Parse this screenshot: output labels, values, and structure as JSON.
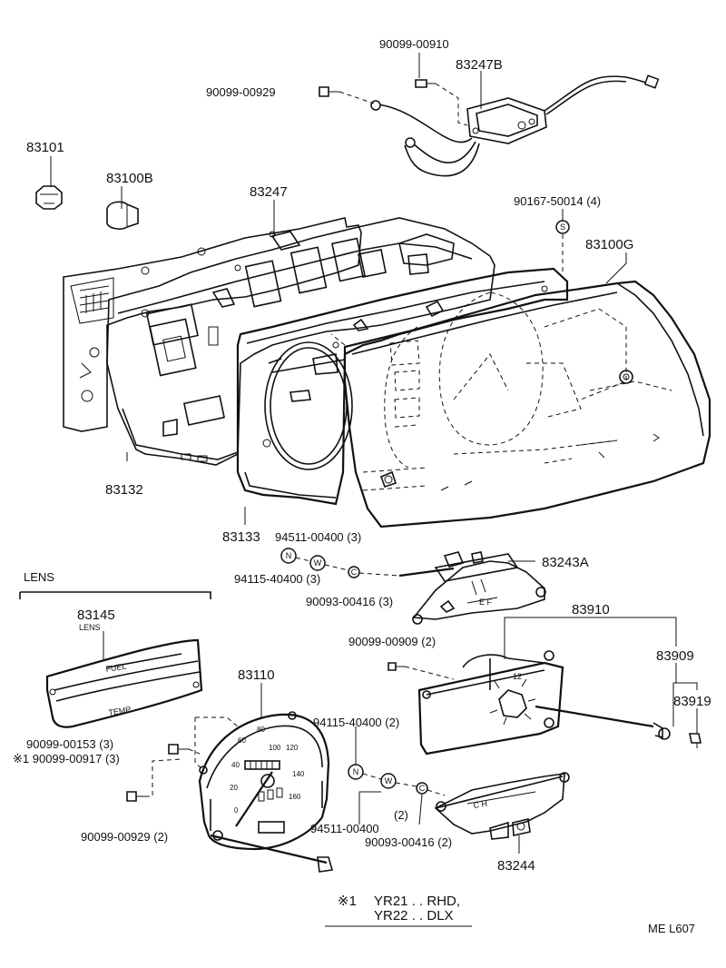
{
  "labels": {
    "p90099_00910": "90099-00910",
    "p83247B": "83247B",
    "p90099_00929_top": "90099-00929",
    "p83101": "83101",
    "p83100B": "83100B",
    "p83247": "83247",
    "p90167_50014": "90167-50014 (4)",
    "p83100G": "83100G",
    "p83132": "83132",
    "p83133": "83133",
    "p94511_00400_3": "94511-00400 (3)",
    "p94115_40400_3": "94115-40400 (3)",
    "p90093_00416_3": "90093-00416 (3)",
    "p83243A": "83243A",
    "lens_heading": "LENS",
    "p83145": "83145",
    "p83145_sub": "LENS",
    "p83910": "83910",
    "p90099_00909": "90099-00909 (2)",
    "p83909": "83909",
    "p83919": "83919",
    "p83110": "83110",
    "p94115_40400_2": "94115-40400 (2)",
    "p90099_00153": "90099-00153 (3)",
    "p90099_00917": "※1 90099-00917 (3)",
    "p90099_00929_bottom": "90099-00929 (2)",
    "p94511_00400_2": "94511-00400",
    "p94511_00400_2_qty": "(2)",
    "p90093_00416_2": "90093-00416 (2)",
    "p83244": "83244"
  },
  "marks": {
    "nut": "N",
    "washer": "W",
    "clip": "C",
    "screw": "S"
  },
  "lens_text": {
    "fuel": "FUEL",
    "temp": "TEMP"
  },
  "gauge_text": {
    "fuel_ef": "E      F",
    "temp_ch": "C       H"
  },
  "speedo_ticks": [
    "20",
    "40",
    "60",
    "80",
    "100",
    "120",
    "140",
    "160"
  ],
  "speedo_zero": "0",
  "note": {
    "mark": "※1",
    "line1": "YR21 . . RHD,",
    "line2": "YR22 . . DLX"
  },
  "ref_code": "ME L607"
}
